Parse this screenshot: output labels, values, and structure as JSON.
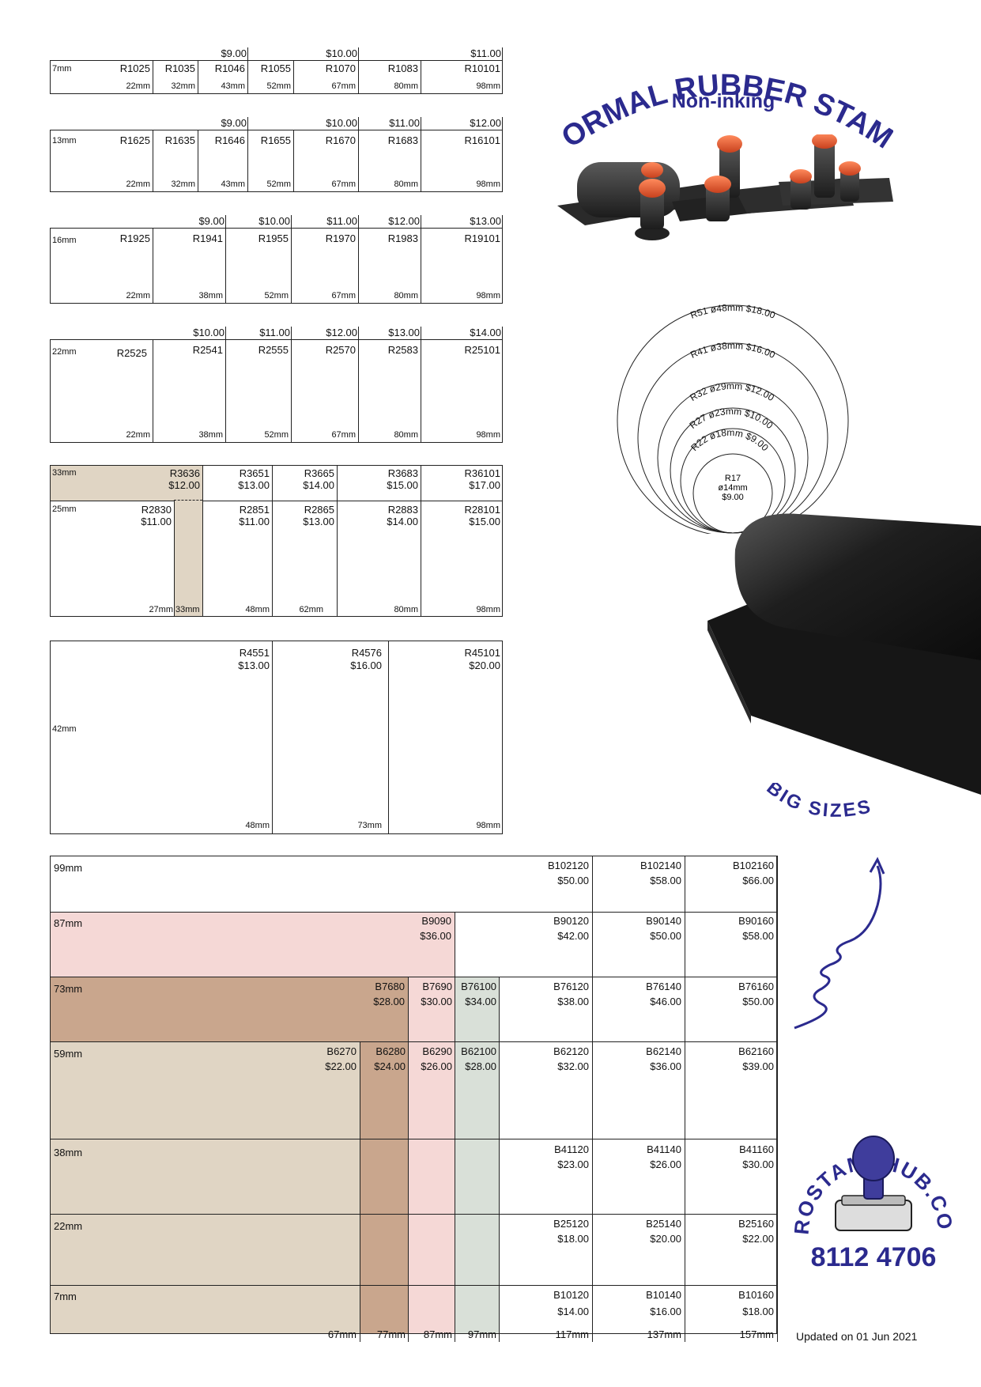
{
  "header": {
    "title": "NORMAL RUBBER STAMP",
    "subtitle": "Non-inking",
    "big_sizes": "BIG SIZES"
  },
  "colors": {
    "accent": "#2b2a8e",
    "tan": "#e0d5c4",
    "brown": "#c9a68d",
    "pink": "#f5d8d6",
    "sage": "#d9e0d8"
  },
  "r7": {
    "height": "7mm",
    "prices": [
      "$9.00",
      "$10.00",
      "$11.00"
    ],
    "codes": [
      "R1025",
      "R1035",
      "R1046",
      "R1055",
      "R1070",
      "R1083",
      "R10101"
    ],
    "widths": [
      "22mm",
      "32mm",
      "43mm",
      "52mm",
      "67mm",
      "80mm",
      "98mm"
    ]
  },
  "r13": {
    "height": "13mm",
    "prices": [
      "$9.00",
      "$10.00",
      "$11.00",
      "$12.00"
    ],
    "codes": [
      "R1625",
      "R1635",
      "R1646",
      "R1655",
      "R1670",
      "R1683",
      "R16101"
    ],
    "widths": [
      "22mm",
      "32mm",
      "43mm",
      "52mm",
      "67mm",
      "80mm",
      "98mm"
    ]
  },
  "r16": {
    "height": "16mm",
    "prices": [
      "$9.00",
      "$10.00",
      "$11.00",
      "$12.00",
      "$13.00"
    ],
    "codes": [
      "R1925",
      "R1941",
      "R1955",
      "R1970",
      "R1983",
      "R19101"
    ],
    "widths": [
      "22mm",
      "38mm",
      "52mm",
      "67mm",
      "80mm",
      "98mm"
    ]
  },
  "r22": {
    "height": "22mm",
    "prices": [
      "$10.00",
      "$11.00",
      "$12.00",
      "$13.00",
      "$14.00"
    ],
    "codes": [
      "R2525",
      "R2541",
      "R2555",
      "R2570",
      "R2583",
      "R25101"
    ],
    "widths": [
      "22mm",
      "38mm",
      "52mm",
      "67mm",
      "80mm",
      "98mm"
    ]
  },
  "r33": {
    "height33": "33mm",
    "height25": "25mm",
    "top": [
      {
        "code": "R3636",
        "price": "$12.00"
      },
      {
        "code": "R3651",
        "price": "$13.00"
      },
      {
        "code": "R3665",
        "price": "$14.00"
      },
      {
        "code": "R3683",
        "price": "$15.00"
      },
      {
        "code": "R36101",
        "price": "$17.00"
      }
    ],
    "bottom": [
      {
        "code": "R2830",
        "price": "$11.00"
      },
      {
        "code": "R2851",
        "price": "$11.00"
      },
      {
        "code": "R2865",
        "price": "$13.00"
      },
      {
        "code": "R2883",
        "price": "$14.00"
      },
      {
        "code": "R28101",
        "price": "$15.00"
      }
    ],
    "widths": [
      "27mm",
      "33mm",
      "48mm",
      "62mm",
      "80mm",
      "98mm"
    ]
  },
  "r42": {
    "height": "42mm",
    "items": [
      {
        "code": "R4551",
        "price": "$13.00"
      },
      {
        "code": "R4576",
        "price": "$16.00"
      },
      {
        "code": "R45101",
        "price": "$20.00"
      }
    ],
    "widths": [
      "48mm",
      "73mm",
      "98mm"
    ]
  },
  "round": {
    "items": [
      {
        "label": "R51 ø48mm $18.00"
      },
      {
        "label": "R41 ø38mm $16.00"
      },
      {
        "label": "R32 ø29mm $12.00"
      },
      {
        "label": "R27 ø23mm $10.00"
      },
      {
        "label": "R22 ø18mm $9.00"
      }
    ],
    "r17_code": "R17",
    "r17_size": "ø14mm",
    "r17_price": "$9.00"
  },
  "big": {
    "rows": [
      "99mm",
      "87mm",
      "73mm",
      "59mm",
      "38mm",
      "22mm",
      "7mm"
    ],
    "widths": [
      "67mm",
      "77mm",
      "87mm",
      "97mm",
      "117mm",
      "137mm",
      "157mm"
    ],
    "b99": [
      {
        "code": "B102120",
        "price": "$50.00"
      },
      {
        "code": "B102140",
        "price": "$58.00"
      },
      {
        "code": "B102160",
        "price": "$66.00"
      }
    ],
    "b87": [
      {
        "code": "B9090",
        "price": "$36.00"
      },
      {
        "code": "B90120",
        "price": "$42.00"
      },
      {
        "code": "B90140",
        "price": "$50.00"
      },
      {
        "code": "B90160",
        "price": "$58.00"
      }
    ],
    "b73": [
      {
        "code": "B7680",
        "price": "$28.00"
      },
      {
        "code": "B7690",
        "price": "$30.00"
      },
      {
        "code": "B76100",
        "price": "$34.00"
      },
      {
        "code": "B76120",
        "price": "$38.00"
      },
      {
        "code": "B76140",
        "price": "$46.00"
      },
      {
        "code": "B76160",
        "price": "$50.00"
      }
    ],
    "b59": [
      {
        "code": "B6270",
        "price": "$22.00"
      },
      {
        "code": "B6280",
        "price": "$24.00"
      },
      {
        "code": "B6290",
        "price": "$26.00"
      },
      {
        "code": "B62100",
        "price": "$28.00"
      },
      {
        "code": "B62120",
        "price": "$32.00"
      },
      {
        "code": "B62140",
        "price": "$36.00"
      },
      {
        "code": "B62160",
        "price": "$39.00"
      }
    ],
    "b38": [
      {
        "code": "B41120",
        "price": "$23.00"
      },
      {
        "code": "B41140",
        "price": "$26.00"
      },
      {
        "code": "B41160",
        "price": "$30.00"
      }
    ],
    "b22": [
      {
        "code": "B25120",
        "price": "$18.00"
      },
      {
        "code": "B25140",
        "price": "$20.00"
      },
      {
        "code": "B25160",
        "price": "$22.00"
      }
    ],
    "b7": [
      {
        "code": "B10120",
        "price": "$14.00"
      },
      {
        "code": "B10140",
        "price": "$16.00"
      },
      {
        "code": "B10160",
        "price": "$18.00"
      }
    ]
  },
  "logo": {
    "text": "PROSTAMPHUB.COM",
    "phone": "8112 4706"
  },
  "updated": "Updated on 01 Jun 2021"
}
